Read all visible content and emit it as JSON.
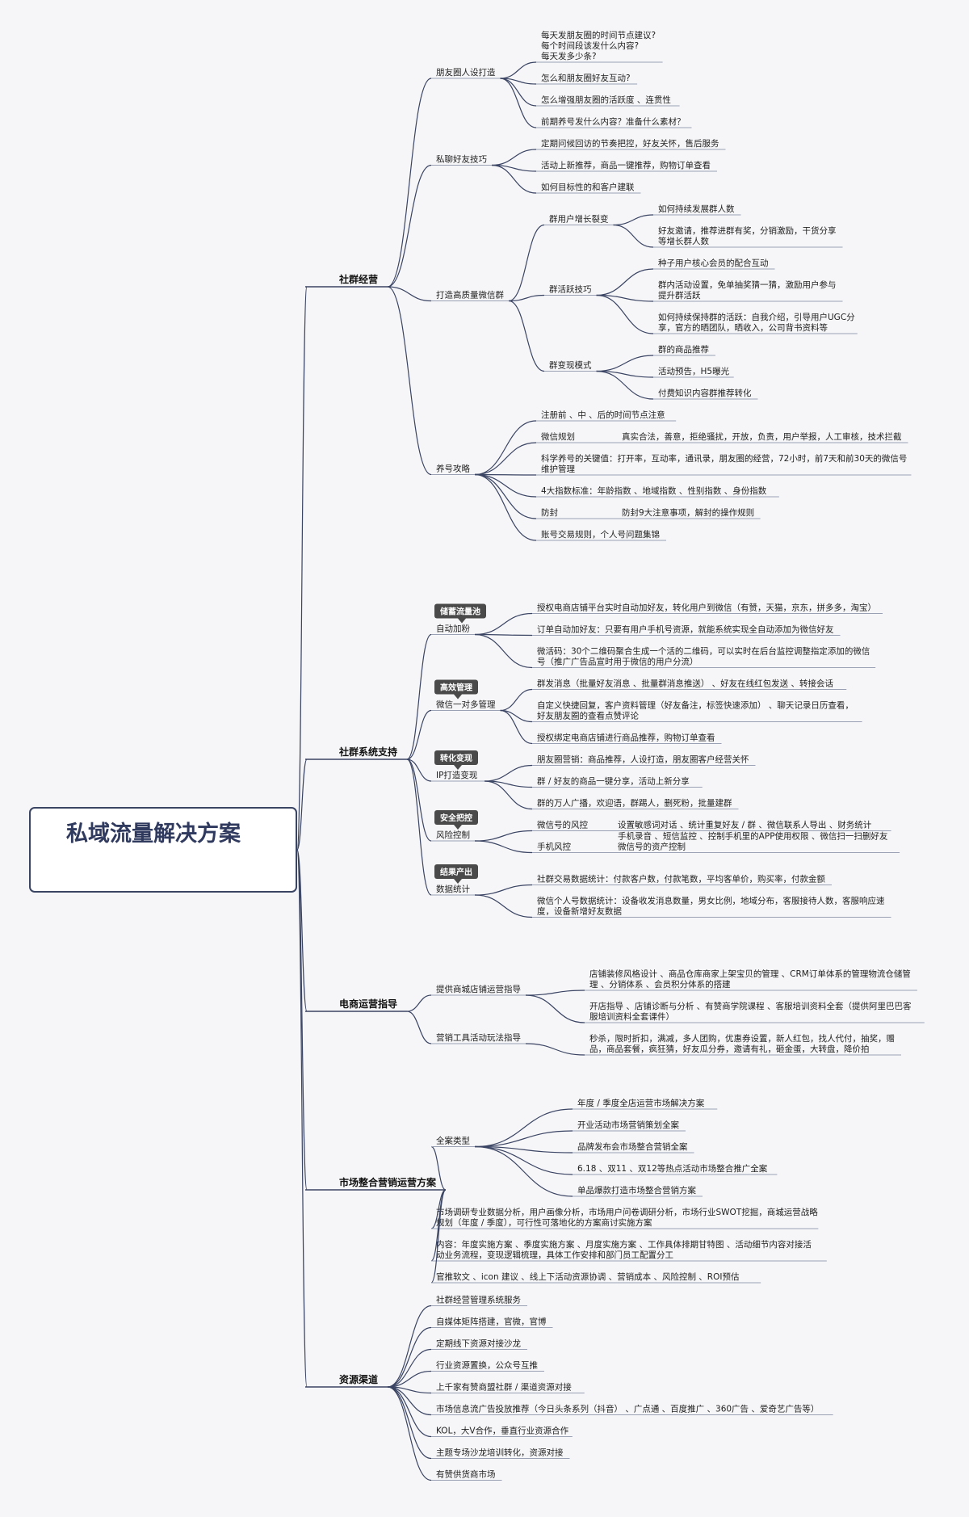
{
  "root": "私域流量解决方案",
  "colors": {
    "line": "#3a4463",
    "underline": "#9aa1b5",
    "tag_bg": "#4a4a4a",
    "root_border": "#3a4463"
  },
  "branches": [
    {
      "label": "社群经营",
      "children": [
        {
          "label": "朋友圈人设打造",
          "children": [
            {
              "label": "每天发朋友圈的时间节点建议?\n每个时间段该发什么内容?\n每天发多少条?"
            },
            {
              "label": "怎么和朋友圈好友互动?"
            },
            {
              "label": "怎么增强朋友圈的活跃度 、连贯性"
            },
            {
              "label": "前期养号发什么内容？准备什么素材？"
            }
          ]
        },
        {
          "label": "私聊好友技巧",
          "children": [
            {
              "label": "定期问候回访的节奏把控，好友关怀，售后服务"
            },
            {
              "label": "活动上新推荐，商品一键推荐，购物订单查看"
            },
            {
              "label": "如何目标性的和客户建联"
            }
          ]
        },
        {
          "label": "打造高质量微信群",
          "children": [
            {
              "label": "群用户增长裂变",
              "children": [
                {
                  "label": "如何持续发展群人数"
                },
                {
                  "label": "好友邀请，推荐进群有奖，分销激励，干货分享\n等增长群人数"
                }
              ]
            },
            {
              "label": "群活跃技巧",
              "children": [
                {
                  "label": "种子用户核心会员的配合互动"
                },
                {
                  "label": "群内活动设置，免单抽奖猜一猜，激励用户参与\n提升群活跃"
                },
                {
                  "label": "如何持续保持群的活跃：自我介绍，引导用户UGC分\n享，官方的晒团队，晒收入，公司背书资料等"
                }
              ]
            },
            {
              "label": "群变现模式",
              "children": [
                {
                  "label": "群的商品推荐"
                },
                {
                  "label": "活动预告，H5曝光"
                },
                {
                  "label": "付费知识内容群推荐转化"
                }
              ]
            }
          ]
        },
        {
          "label": "养号攻略",
          "children": [
            {
              "label": "注册前 、中 、后的时间节点注意"
            },
            {
              "label": "微信规划",
              "detail": "真实合法，善意，拒绝骚扰，开放，负责，用户举报，人工审核，技术拦截"
            },
            {
              "label": "科学养号的关键值：打开率，互动率，通讯录，朋友圈的经营，72小时，前7天和前30天的微信号\n维护管理"
            },
            {
              "label": "4大指数标准：年龄指数 、地域指数 、性别指数 、身份指数"
            },
            {
              "label": "防封",
              "detail": "防封9大注意事项，解封的操作规则"
            },
            {
              "label": "账号交易规则，个人号问题集锦"
            }
          ]
        }
      ]
    },
    {
      "label": "社群系统支持",
      "children": [
        {
          "label": "自动加粉",
          "tag": "储蓄流量池",
          "children": [
            {
              "label": "授权电商店铺平台实时自动加好友，转化用户到微信（有赞，天猫，京东，拼多多，淘宝）"
            },
            {
              "label": "订单自动加好友：只要有用户手机号资源，就能系统实现全自动添加为微信好友"
            },
            {
              "label": "微活码：30个二维码聚合生成一个活的二维码，可以实时在后台监控调整指定添加的微信\n号（推广广告品宣时用于微信的用户分流）"
            }
          ]
        },
        {
          "label": "微信一对多管理",
          "tag": "高效管理",
          "children": [
            {
              "label": "群发消息（批量好友消息 、批量群消息推送） 、好友在线红包发送 、转接会话"
            },
            {
              "label": "自定义快捷回复，客户资料管理（好友备注，标签快速添加） 、聊天记录日历查看，\n好友朋友圈的查看点赞评论"
            },
            {
              "label": "授权绑定电商店铺进行商品推荐，购物订单查看"
            }
          ]
        },
        {
          "label": "IP打造变现",
          "tag": "转化变现",
          "children": [
            {
              "label": "朋友圈营销：商品推荐，人设打造，朋友圈客户经营关怀"
            },
            {
              "label": "群 / 好友的商品一键分享，活动上新分享"
            },
            {
              "label": "群的万人广播，欢迎语，群踢人，删死粉，批量建群"
            }
          ]
        },
        {
          "label": "风险控制",
          "tag": "安全把控",
          "children": [
            {
              "label": "微信号的风控",
              "detail": "设置敏感词对话 、统计重复好友 / 群 、微信联系人导出 、财务统计"
            },
            {
              "label": "手机风控",
              "detail": "手机录音 、短信监控 、控制手机里的APP使用权限 、微信扫一扫删好友\n微信号的资产控制"
            }
          ]
        },
        {
          "label": "数据统计",
          "tag": "结果产出",
          "children": [
            {
              "label": "社群交易数据统计：付款客户数，付款笔数，平均客单价，购买率，付款金额"
            },
            {
              "label": "微信个人号数据统计：设备收发消息数量，男女比例，地域分布，客服接待人数，客服响应速\n度，设备新增好友数据"
            }
          ]
        }
      ]
    },
    {
      "label": "电商运营指导",
      "children": [
        {
          "label": "提供商城店铺运营指导",
          "children": [
            {
              "label": "店铺装修风格设计 、商品仓库商家上架宝贝的管理 、CRM订单体系的管理物流仓储管\n理 、分销体系 、会员积分体系的搭建"
            },
            {
              "label": "开店指导 、店铺诊断与分析 、有赞商学院课程 、客服培训资料全套（提供阿里巴巴客\n服培训资料全套课件）"
            }
          ]
        },
        {
          "label": "营销工具活动玩法指导",
          "children": [
            {
              "label": "秒杀，限时折扣，满减，多人团购，优惠券设置，新人红包，找人代付，抽奖，赠\n品，商品套餐，疯狂猜，好友瓜分券，邀请有礼，砸金蛋，大转盘，降价拍"
            }
          ]
        }
      ]
    },
    {
      "label": "市场整合营销运营方案",
      "children": [
        {
          "label": "全案类型",
          "children": [
            {
              "label": "年度 / 季度全店运营市场解决方案"
            },
            {
              "label": "开业活动市场营销策划全案"
            },
            {
              "label": "品牌发布会市场整合营销全案"
            },
            {
              "label": "6.18 、双11 、双12等热点活动市场整合推广全案"
            },
            {
              "label": "单品爆款打造市场整合营销方案"
            }
          ]
        },
        {
          "label": "市场调研专业数据分析，用户画像分析，市场用户问卷调研分析，市场行业SWOT挖掘，商城运营战略\n规划（年度 / 季度），可行性可落地化的方案商讨实施方案"
        },
        {
          "label": "内容：年度实施方案 、季度实施方案 、月度实施方案 、工作具体排期甘特图 、活动细节内容对接活\n动业务流程，变现逻辑梳理，具体工作安排和部门员工配置分工"
        },
        {
          "label": "官推软文 、icon 建议 、线上下活动资源协调 、营销成本 、风险控制 、ROI预估"
        }
      ]
    },
    {
      "label": "资源渠道",
      "children": [
        {
          "label": "社群经营管理系统服务"
        },
        {
          "label": "自媒体矩阵搭建，官微，官博"
        },
        {
          "label": "定期线下资源对接沙龙"
        },
        {
          "label": "行业资源置换，公众号互推"
        },
        {
          "label": "上千家有赞商盟社群 / 渠道资源对接"
        },
        {
          "label": "市场信息流广告投放推荐（今日头条系列（抖音） 、广点通 、百度推广 、360广告 、爱奇艺广告等）"
        },
        {
          "label": "KOL，大V合作，垂直行业资源合作"
        },
        {
          "label": "主题专场沙龙培训转化，资源对接"
        },
        {
          "label": "有赞供货商市场"
        }
      ]
    }
  ]
}
